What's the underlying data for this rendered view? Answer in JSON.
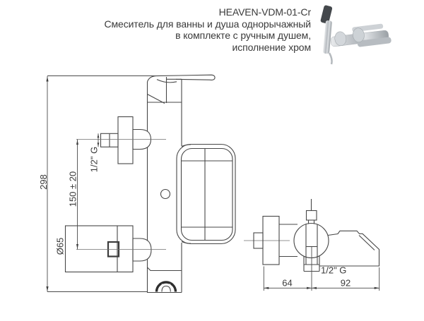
{
  "header": {
    "model": "HEAVEN-VDM-01-Cr",
    "desc_line1": "Смеситель для ванны и душа однорычажный",
    "desc_line2": "в комплекте с ручным душем,",
    "desc_line3": "исполнение хром"
  },
  "front_view": {
    "dim_height": "298",
    "dim_spacing": "150 ± 20",
    "dim_thread": "1/2\" G",
    "dim_diameter": "Ø65"
  },
  "top_view": {
    "dim_wall_offset": "64",
    "dim_spout_reach": "92",
    "dim_thread": "1/2\" G"
  },
  "colors": {
    "line": "#474747",
    "text": "#3a3a3a",
    "chrome_light": "#d3d7db",
    "chrome_mid": "#b9bec3",
    "chrome_dark": "#4a4e52"
  }
}
